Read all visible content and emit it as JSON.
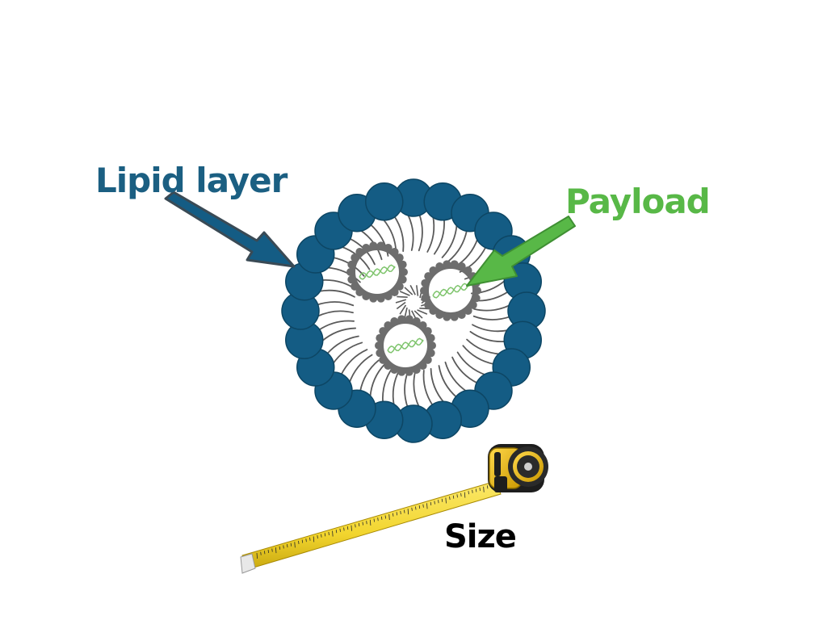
{
  "labels": {
    "lipid_layer": "Lipid layer",
    "payload": "Payload",
    "size": "Size"
  },
  "colors": {
    "lipid_label": "#1b5f82",
    "lipid_head": "#145c84",
    "lipid_head_stroke": "#0d4664",
    "lipid_tail": "#5a5a5a",
    "payload_label": "#58b847",
    "payload_ring": "#6d6d6d",
    "payload_strand": "#7ec46c",
    "size_label": "#000000",
    "tape_blade": "#f2d52e",
    "tape_case": "#e6b800"
  },
  "icons": {
    "lipid_arrow": "arrow-icon",
    "payload_arrow": "arrow-icon",
    "measuring_tape": "tape-measure-icon"
  }
}
